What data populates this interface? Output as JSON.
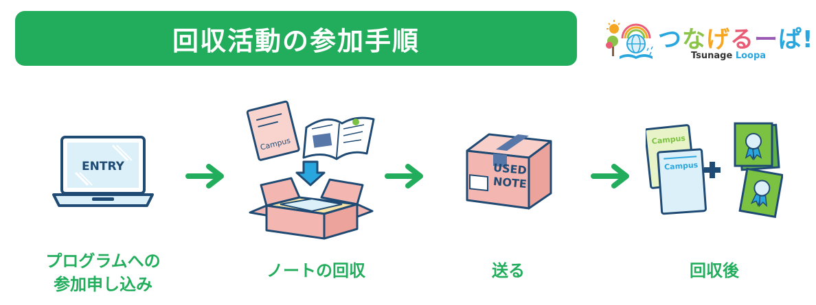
{
  "title": "回収活動の参加手順",
  "logo": {
    "main_chars": [
      "つ",
      "な",
      "げ",
      "る",
      "ー",
      "ぱ",
      "!"
    ],
    "main_colors": [
      "#2aa6de",
      "#8bc34a",
      "#f5a623",
      "#e85d75",
      "#9b59b6",
      "#2aa6de",
      "#2aa6de"
    ],
    "sub_prefix": "Tsunage ",
    "sub_loop": "Loopa"
  },
  "steps": [
    {
      "label_line1": "プログラムへの",
      "label_line2": "参加申し込み",
      "icon": "laptop-icon",
      "icon_text": "ENTRY"
    },
    {
      "label_line1": "ノートの回収",
      "icon": "box-with-notebooks-icon",
      "icon_text": "Campus"
    },
    {
      "label_line1": "送る",
      "icon": "shipping-box-icon",
      "icon_text_line1": "USED",
      "icon_text_line2": "NOTE"
    },
    {
      "label_line1": "回収後",
      "icon": "notebooks-plus-certificates-icon",
      "icon_text": "Campus"
    }
  ],
  "colors": {
    "green": "#22ad5c",
    "light_green": "#7cc242",
    "navy": "#1f4a73",
    "light_blue": "#dcf0fa",
    "pink": "#f4b6b0",
    "tape_blue": "#5677a8"
  }
}
